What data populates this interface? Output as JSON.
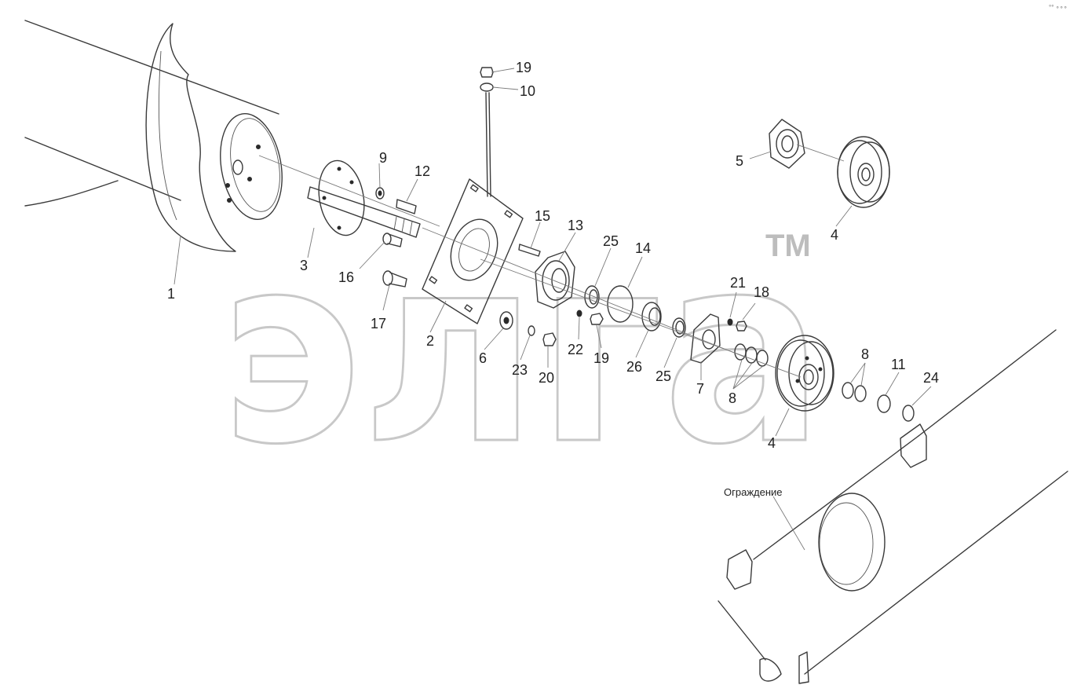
{
  "diagram": {
    "corner_mark": "°° ∘∘∘",
    "watermark": {
      "text": "элга",
      "trademark": "TM"
    },
    "guard_label": "Ограждение",
    "callouts": [
      {
        "id": "c1",
        "text": "1"
      },
      {
        "id": "c2",
        "text": "2"
      },
      {
        "id": "c3",
        "text": "3"
      },
      {
        "id": "c4a",
        "text": "4"
      },
      {
        "id": "c4b",
        "text": "4"
      },
      {
        "id": "c5",
        "text": "5"
      },
      {
        "id": "c6",
        "text": "6"
      },
      {
        "id": "c7",
        "text": "7"
      },
      {
        "id": "c8a",
        "text": "8"
      },
      {
        "id": "c8b",
        "text": "8"
      },
      {
        "id": "c9",
        "text": "9"
      },
      {
        "id": "c10",
        "text": "10"
      },
      {
        "id": "c11",
        "text": "11"
      },
      {
        "id": "c12",
        "text": "12"
      },
      {
        "id": "c13",
        "text": "13"
      },
      {
        "id": "c14",
        "text": "14"
      },
      {
        "id": "c15",
        "text": "15"
      },
      {
        "id": "c16",
        "text": "16"
      },
      {
        "id": "c17",
        "text": "17"
      },
      {
        "id": "c18",
        "text": "18"
      },
      {
        "id": "c19a",
        "text": "19"
      },
      {
        "id": "c19b",
        "text": "19"
      },
      {
        "id": "c20",
        "text": "20"
      },
      {
        "id": "c21",
        "text": "21"
      },
      {
        "id": "c22",
        "text": "22"
      },
      {
        "id": "c23",
        "text": "23"
      },
      {
        "id": "c24",
        "text": "24"
      },
      {
        "id": "c25a",
        "text": "25"
      },
      {
        "id": "c25b",
        "text": "25"
      },
      {
        "id": "c26",
        "text": "26"
      }
    ]
  }
}
